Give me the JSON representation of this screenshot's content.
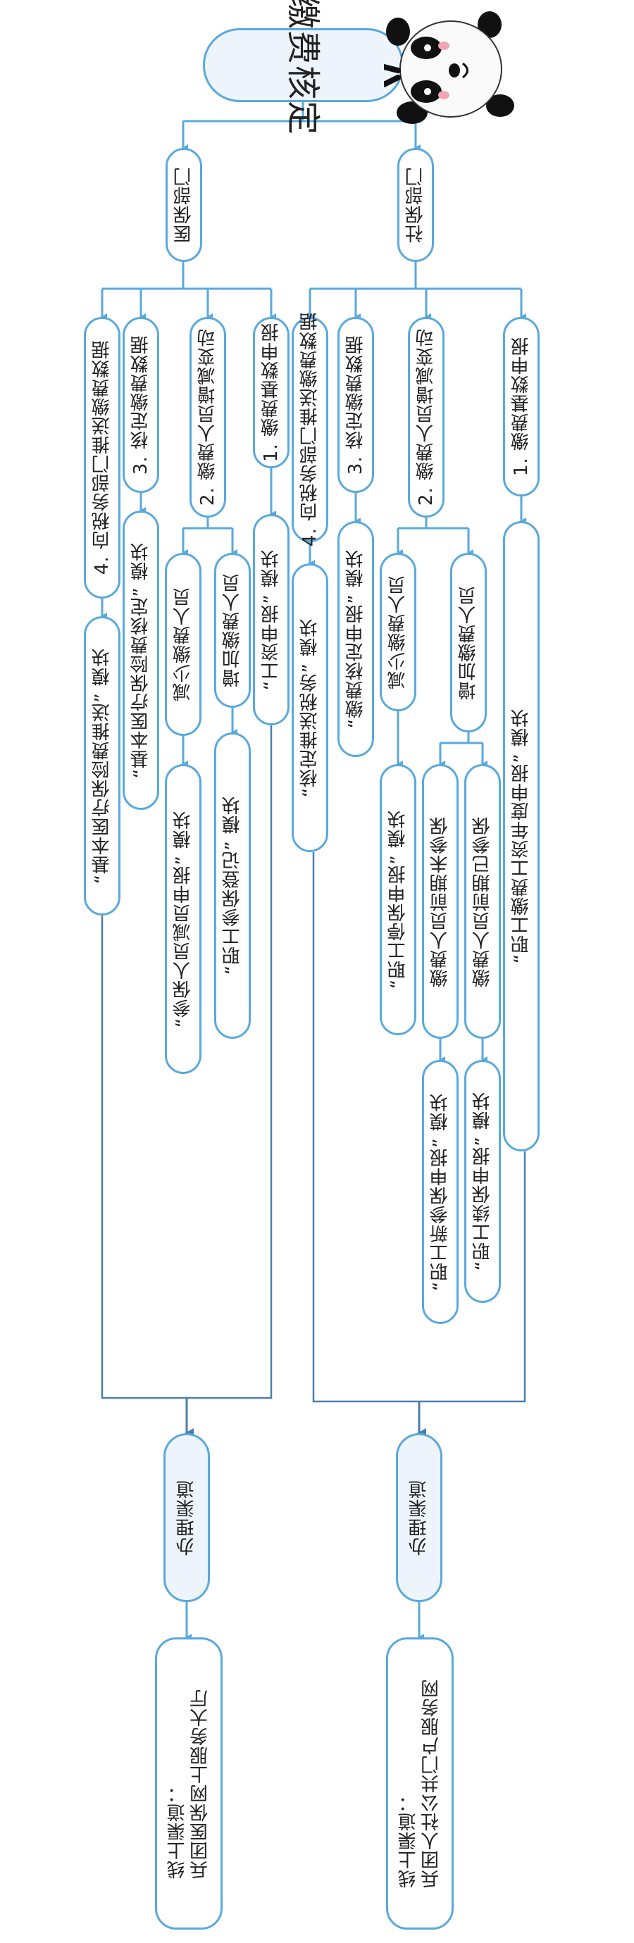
{
  "title": "缴费核定",
  "social": {
    "header": "社保部门",
    "items": [
      {
        "label": "1. 缴费基数申报",
        "module": "“职工缴费工资年度申报” 模块"
      },
      {
        "label": "2. 缴费人员增减变动",
        "increase": "增加缴费人员",
        "previously_insured": "缴费人员前期已参保",
        "previously_insured_module": "“职工续保申报” 模块",
        "not_insured": "缴费人员前期未参保",
        "not_insured_module": "“职工新参保申报” 模块",
        "decrease": "减少缴费人员",
        "decrease_module": "“职工停保申报” 模块"
      },
      {
        "label": "3. 核定缴费数据",
        "module": "“缴费核定申报” 模块"
      },
      {
        "label": "4. 向税务部门推送缴费数据",
        "module": "“核定推送税务” 模块"
      }
    ],
    "channel": "办理渠道",
    "online": "线上渠道：",
    "online_name": "兵团人社公共门户服务网"
  },
  "medical": {
    "header": "医保部门",
    "items": [
      {
        "label": "1. 缴费基数申报",
        "module": "“工资申报” 模块"
      },
      {
        "label": "2. 缴费人员增减变动",
        "increase": "增加缴费人员",
        "increase_module": "“职工参保登记” 模块",
        "decrease": "减少缴费人员",
        "decrease_module": "“参保人员减员申报” 模块"
      },
      {
        "label": "3. 核定缴费数据",
        "module": "“基本医疗保险费核定” 模块"
      },
      {
        "label": "4. 向税务部门推送缴费数据",
        "module": "“基本医疗保险费推送” 模块"
      }
    ],
    "channel": "办理渠道",
    "online": "线上渠道：",
    "online_name": "兵团医保网上服务大厅"
  },
  "colors": {
    "line": "#5aa9dd",
    "border": "#5aa9dd",
    "text": "#222222",
    "shade": "#eef4fb"
  }
}
